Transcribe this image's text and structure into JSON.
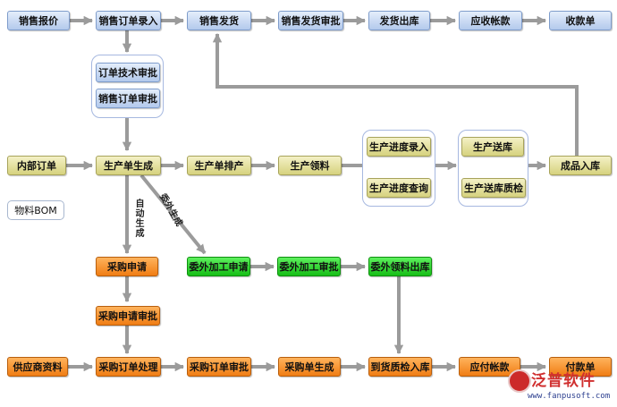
{
  "nodes": {
    "xiaoshoubaojia": "销售报价",
    "xiaoshoudingdan_luru": "销售订单录入",
    "xiaoshoufahuo": "销售发货",
    "xiaoshoufahuo_shenpi": "销售发货审批",
    "fahuochuku": "发货出库",
    "yingshouzhangkuan": "应收帐款",
    "shoukuandan": "收款单",
    "dingdan_jishu_shenpi": "订单技术审批",
    "xiaoshoudingdan_shenpi": "销售订单审批",
    "neibudingdan": "内部订单",
    "shengchandan_shengcheng": "生产单生成",
    "shengchandan_paichan": "生产单排产",
    "shengchan_lingliao": "生产领料",
    "shengchan_jindu_luru": "生产进度录入",
    "shengchan_jindu_chaxun": "生产进度查询",
    "shengchan_songku": "生产送库",
    "shengchan_songku_zhijian": "生产送库质检",
    "chengpin_ruku": "成品入库",
    "wuliao_bom": "物料BOM",
    "caigou_shenqing": "采购申请",
    "caigou_shenqing_shenpi": "采购申请审批",
    "weiwai_jiagongdan": "委外加工申请",
    "weiwai_jiagong_shenpi": "委外加工审批",
    "weiwai_lingliao_chuku": "委外领料出库",
    "gongyingshang_ziliao": "供应商资料",
    "caigou_dingdan_chuli": "采购订单处理",
    "caigou_dingdan_shenpi": "采购订单审批",
    "caigoudan_shengcheng": "采购单生成",
    "daohuo_zhijian_ruku": "到货质检入库",
    "yingfu_zhangkuan": "应付帐款",
    "fukuandan": "付款单"
  },
  "edge_labels": {
    "auto_generate": "自动生成",
    "outsourcing_generate": "委外生成"
  },
  "brand": {
    "name": "泛普软件",
    "url": "www.fanpusoft.com"
  },
  "colors": {
    "sales": "#b3c9ec",
    "production": "#d6d27e",
    "purchase": "#f07d14",
    "outsourcing": "#17be17",
    "arrow": "#9b9b9b"
  }
}
